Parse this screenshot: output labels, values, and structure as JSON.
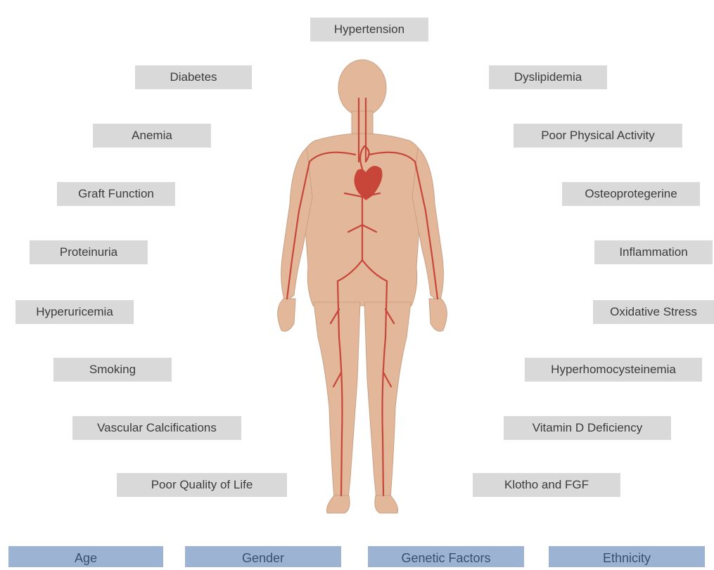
{
  "left_factors": [
    "Diabetes",
    "Anemia",
    "Graft Function",
    "Proteinuria",
    "Hyperuricemia",
    "Smoking",
    "Vascular Calcifications",
    "Poor Quality of Life"
  ],
  "top_factor": "Hypertension",
  "right_factors": [
    "Dyslipidemia",
    "Poor Physical Activity",
    "Osteoprotegerine",
    "Inflammation",
    "Oxidative Stress",
    "Hyperhomocysteinemia",
    "Vitamin D Deficiency",
    "Klotho and FGF"
  ],
  "bottom_factors": [
    "Age",
    "Gender",
    "Genetic Factors",
    "Ethnicity"
  ],
  "colors": {
    "label_bg": "#d9d9d9",
    "footer_bg": "#9cb3d4",
    "body_skin": "#e2b79a",
    "artery": "#c8453a"
  },
  "illustration": "human-body-circulatory-icon"
}
